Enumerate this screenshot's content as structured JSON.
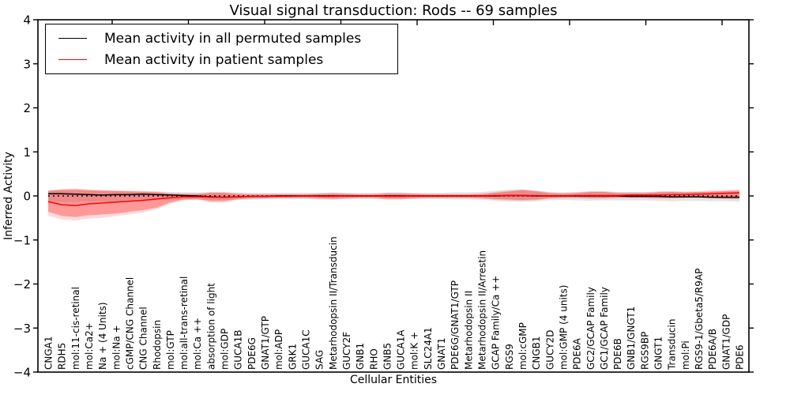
{
  "chart_data": {
    "type": "line",
    "title": "Visual signal transduction: Rods -- 69 samples",
    "xlabel": "Cellular Entities",
    "ylabel": "Inferred Activity",
    "ylim": [
      -4,
      4
    ],
    "yticks": [
      4,
      3,
      2,
      1,
      0,
      -1,
      -2,
      -3,
      -4
    ],
    "grid": false,
    "legend_position": "upper left",
    "categories": [
      "CNGA1",
      "RDH5",
      "mol:11-cis-retinal",
      "mol:Ca2+",
      "Na + (4 Units)",
      "mol:Na +",
      "cGMP/CNG Channel",
      "CNG Channel",
      "Rhodopsin",
      "mol:GTP",
      "mol:all-trans-retinal",
      "mol:Ca ++",
      "absorption of light",
      "mol:GDP",
      "GUCA1B",
      "PDE6G",
      "GNAT1/GTP",
      "mol:ADP",
      "GRK1",
      "GUCA1C",
      "SAG",
      "Metarhodopsin II/Transducin",
      "GUCY2F",
      "GNB1",
      "RHO",
      "GNB5",
      "GUCA1A",
      "mol:K +",
      "SLC24A1",
      "GNAT1",
      "PDE6G/GNAT1/GTP",
      "Metarhodopsin II",
      "Metarhodopsin II/Arrestin",
      "GCAP Family/Ca ++",
      "RGS9",
      "mol:cGMP",
      "CNGB1",
      "GUCY2D",
      "mol:GMP (4 units)",
      "PDE6A",
      "GC2/GCAP Family",
      "GC1/GCAP Family",
      "PDE6B",
      "GNB1/GNGT1",
      "RGS9BP",
      "GNGT1",
      "Transducin",
      "mol:Pi",
      "RGS9-1/Gbeta5/R9AP",
      "PDE6A/B",
      "GNAT1/GDP",
      "PDE6"
    ],
    "series": [
      {
        "name": "Mean activity in all permuted samples",
        "color": "#000000",
        "values": [
          0.05,
          0.05,
          0.04,
          0.03,
          0.02,
          0.03,
          0.03,
          0.04,
          0.03,
          0.02,
          0.01,
          0,
          -0.02,
          -0.03,
          -0.02,
          -0.01,
          -0.01,
          0,
          0,
          0,
          0,
          0,
          0,
          0,
          0,
          0,
          0,
          0,
          0,
          0,
          0,
          0,
          0,
          0,
          0.01,
          0.01,
          0,
          0,
          0,
          0,
          0,
          0,
          0,
          -0.01,
          -0.01,
          -0.01,
          -0.02,
          -0.02,
          -0.02,
          -0.03,
          -0.03,
          -0.03
        ]
      },
      {
        "name": "Mean activity in patient samples",
        "color": "#ff0000",
        "values": [
          -0.13,
          -0.2,
          -0.22,
          -0.18,
          -0.16,
          -0.14,
          -0.12,
          -0.1,
          -0.07,
          -0.04,
          -0.02,
          -0.02,
          -0.03,
          -0.03,
          -0.02,
          -0.01,
          -0.01,
          -0.01,
          -0.01,
          0,
          -0.01,
          -0.01,
          0,
          0,
          0,
          -0.01,
          -0.01,
          0,
          0,
          0,
          0,
          0,
          0,
          0.01,
          0.01,
          0.01,
          0.01,
          0,
          0,
          0.01,
          0.01,
          0.01,
          0.01,
          0.02,
          0.02,
          0.02,
          0.03,
          0.03,
          0.04,
          0.05,
          0.06,
          0.07
        ]
      }
    ],
    "bands": [
      {
        "name": "permuted-std-band",
        "color": "#aaaaaa",
        "opacity": 0.3,
        "top": [
          0.13,
          0.13,
          0.12,
          0.12,
          0.11,
          0.11,
          0.11,
          0.11,
          0.1,
          0.09,
          0.08,
          0.08,
          0.08,
          0.08,
          0.08,
          0.07,
          0.07,
          0.07,
          0.07,
          0.07,
          0.07,
          0.08,
          0.07,
          0.07,
          0.07,
          0.08,
          0.08,
          0.07,
          0.07,
          0.07,
          0.08,
          0.08,
          0.09,
          0.12,
          0.14,
          0.15,
          0.12,
          0.09,
          0.08,
          0.09,
          0.1,
          0.1,
          0.09,
          0.09,
          0.09,
          0.1,
          0.1,
          0.09,
          0.09,
          0.09,
          0.1,
          0.1
        ],
        "bottom": [
          -0.13,
          -0.14,
          -0.14,
          -0.13,
          -0.12,
          -0.12,
          -0.11,
          -0.11,
          -0.1,
          -0.09,
          -0.08,
          -0.08,
          -0.09,
          -0.09,
          -0.08,
          -0.08,
          -0.07,
          -0.07,
          -0.07,
          -0.07,
          -0.08,
          -0.08,
          -0.07,
          -0.07,
          -0.07,
          -0.08,
          -0.08,
          -0.07,
          -0.07,
          -0.07,
          -0.08,
          -0.08,
          -0.09,
          -0.11,
          -0.13,
          -0.14,
          -0.12,
          -0.1,
          -0.09,
          -0.1,
          -0.11,
          -0.1,
          -0.1,
          -0.1,
          -0.1,
          -0.11,
          -0.12,
          -0.11,
          -0.11,
          -0.12,
          -0.12,
          -0.13
        ]
      },
      {
        "name": "patient-std-band-outer",
        "color": "#ff0000",
        "opacity": 0.14,
        "top": [
          0.13,
          0.16,
          0.17,
          0.15,
          0.14,
          0.13,
          0.12,
          0.11,
          0.1,
          0.07,
          0.06,
          0.06,
          0.09,
          0.09,
          0.06,
          0.05,
          0.05,
          0.05,
          0.05,
          0.05,
          0.06,
          0.07,
          0.06,
          0.05,
          0.05,
          0.07,
          0.07,
          0.06,
          0.05,
          0.05,
          0.05,
          0.05,
          0.06,
          0.09,
          0.12,
          0.15,
          0.12,
          0.08,
          0.07,
          0.08,
          0.11,
          0.11,
          0.08,
          0.08,
          0.08,
          0.1,
          0.11,
          0.1,
          0.11,
          0.13,
          0.14,
          0.15
        ],
        "bottom": [
          -0.45,
          -0.54,
          -0.56,
          -0.52,
          -0.5,
          -0.46,
          -0.42,
          -0.38,
          -0.3,
          -0.18,
          -0.1,
          -0.09,
          -0.15,
          -0.15,
          -0.09,
          -0.07,
          -0.06,
          -0.05,
          -0.05,
          -0.05,
          -0.07,
          -0.08,
          -0.06,
          -0.05,
          -0.05,
          -0.08,
          -0.08,
          -0.06,
          -0.05,
          -0.05,
          -0.05,
          -0.05,
          -0.06,
          -0.09,
          -0.1,
          -0.11,
          -0.1,
          -0.06,
          -0.05,
          -0.05,
          -0.06,
          -0.06,
          -0.05,
          -0.05,
          -0.05,
          -0.06,
          -0.06,
          -0.05,
          -0.05,
          -0.06,
          -0.07,
          -0.08
        ]
      },
      {
        "name": "patient-std-band-inner",
        "color": "#ff0000",
        "opacity": 0.3,
        "top": [
          0.11,
          0.14,
          0.15,
          0.13,
          0.12,
          0.11,
          0.1,
          0.09,
          0.08,
          0.05,
          0.04,
          0.04,
          0.07,
          0.07,
          0.04,
          0.03,
          0.03,
          0.03,
          0.03,
          0.03,
          0.04,
          0.05,
          0.04,
          0.03,
          0.03,
          0.05,
          0.05,
          0.04,
          0.03,
          0.03,
          0.03,
          0.03,
          0.04,
          0.07,
          0.1,
          0.13,
          0.1,
          0.06,
          0.05,
          0.06,
          0.09,
          0.09,
          0.06,
          0.06,
          0.06,
          0.08,
          0.09,
          0.08,
          0.09,
          0.1,
          0.11,
          0.12
        ],
        "bottom": [
          -0.36,
          -0.45,
          -0.48,
          -0.44,
          -0.42,
          -0.4,
          -0.36,
          -0.32,
          -0.27,
          -0.15,
          -0.08,
          -0.07,
          -0.12,
          -0.12,
          -0.07,
          -0.05,
          -0.05,
          -0.04,
          -0.04,
          -0.04,
          -0.05,
          -0.06,
          -0.05,
          -0.04,
          -0.04,
          -0.06,
          -0.06,
          -0.05,
          -0.04,
          -0.04,
          -0.04,
          -0.04,
          -0.05,
          -0.07,
          -0.08,
          -0.09,
          -0.08,
          -0.05,
          -0.04,
          -0.04,
          -0.05,
          -0.05,
          -0.04,
          -0.04,
          -0.04,
          -0.05,
          -0.05,
          -0.04,
          -0.04,
          -0.05,
          -0.06,
          -0.06
        ]
      }
    ],
    "zero_line": {
      "style": "dotted",
      "color": "#000000",
      "y": 0
    }
  },
  "legend": {
    "entries": [
      {
        "label": "Mean activity in all permuted samples",
        "color": "#000000"
      },
      {
        "label": "Mean activity in patient samples",
        "color": "#ff0000"
      }
    ]
  }
}
